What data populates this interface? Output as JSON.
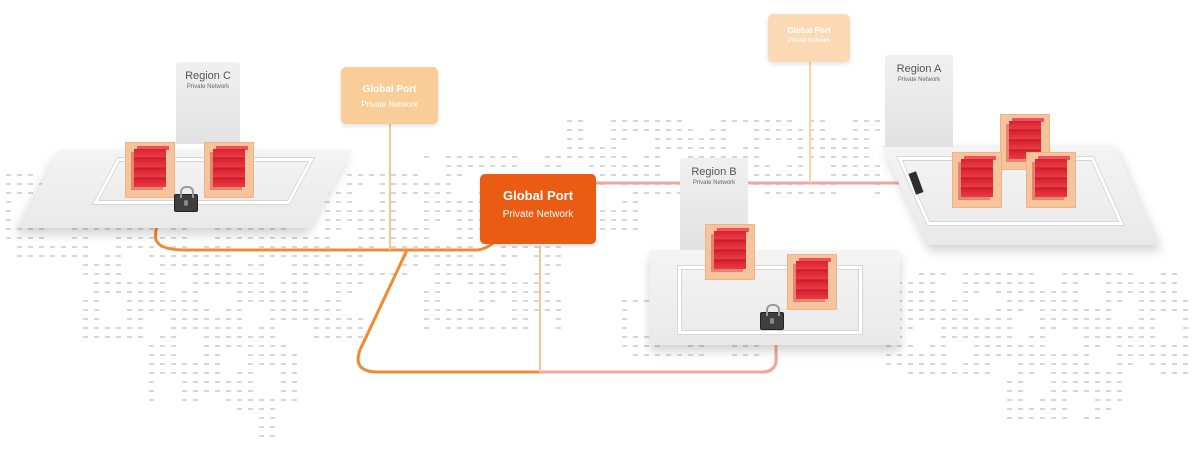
{
  "colors": {
    "orange": "#f08a33",
    "salmon": "#f2a6a0",
    "port_main": "#ea5b14",
    "port_light": "#f9cd98",
    "server_red": "#d8232f",
    "dot": "#d7d7d7"
  },
  "ports": {
    "main": {
      "title": "Global Port",
      "subtitle": "Private Network"
    },
    "region_c_port": {
      "title": "Global Port",
      "subtitle": "Private Network"
    },
    "region_a_port": {
      "title": "Global Port",
      "subtitle": "Private Network"
    }
  },
  "regions": {
    "c": {
      "title": "Region C",
      "subtitle": "Private Network"
    },
    "b": {
      "title": "Region B",
      "subtitle": "Private Network"
    },
    "a": {
      "title": "Region A",
      "subtitle": "Private Network"
    }
  },
  "icons": [
    "server-icon",
    "lock-icon",
    "connector-icon"
  ]
}
